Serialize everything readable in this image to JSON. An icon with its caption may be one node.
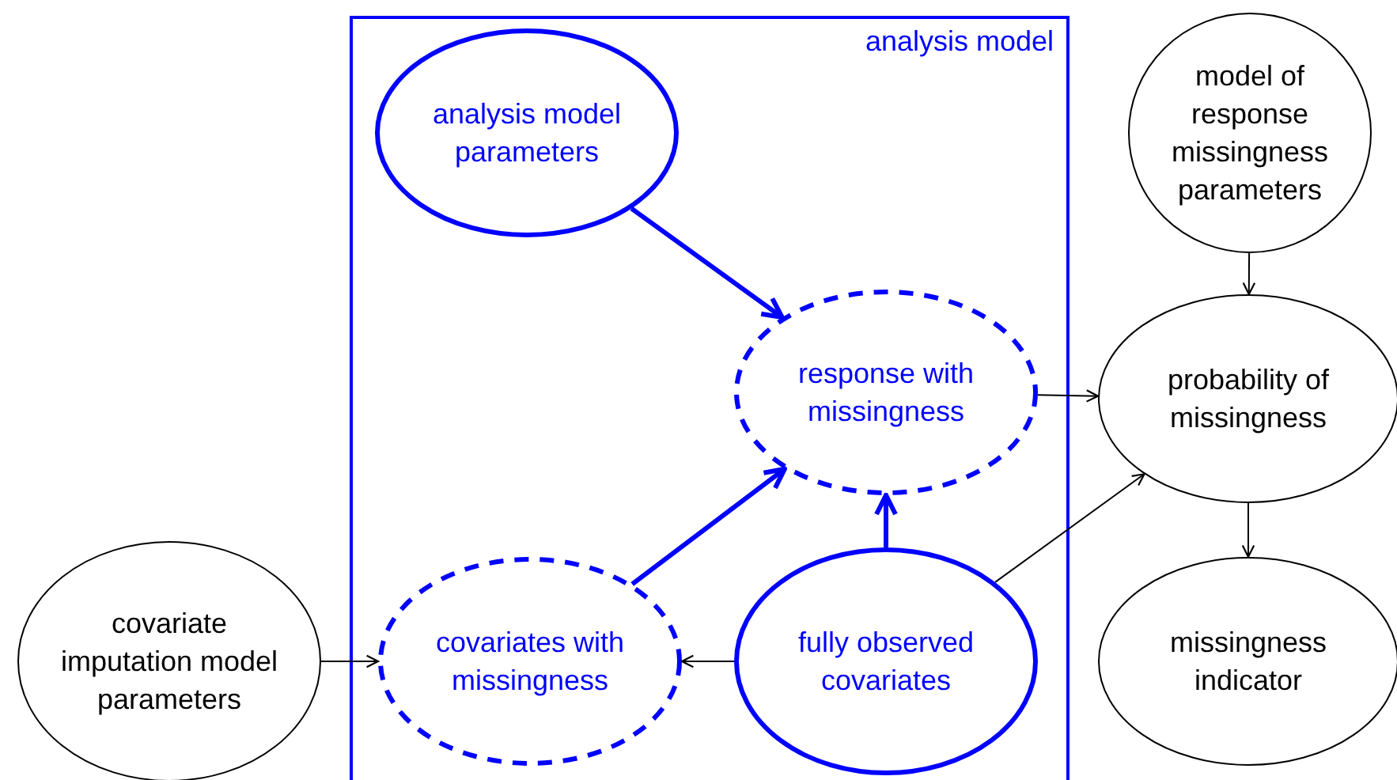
{
  "diagram": {
    "nodes": [
      {
        "text": [
          "analysis model"
        ]
      },
      {
        "text": [
          "analysis model parameters"
        ],
        "in": 0
      },
      {
        "text": [
          "response with missingness"
        ],
        "in": 0
      },
      {
        "text": [
          "model of response missingness parameters"
        ]
      },
      {
        "text": [
          "probability of missingness"
        ]
      },
      {
        "text": [
          "covariate imputation model parameters"
        ]
      },
      {
        "text": [
          "covariates with missingness"
        ],
        "in": 0
      },
      {
        "text": [
          "fully observed covariates"
        ],
        "in": 0
      },
      {
        "text": [
          "missingness indicator"
        ]
      }
    ],
    "edges": [
      {
        "from": 1,
        "to": 2,
        "arrow": "to",
        "style": "thick",
        "color": "#0000ff"
      },
      {
        "from": 6,
        "to": 2,
        "arrow": "to",
        "style": "thick",
        "color": "#0000ff"
      },
      {
        "from": 7,
        "to": 2,
        "arrow": "to",
        "style": "thick",
        "color": "#0000ff"
      },
      {
        "from": 2,
        "to": 4,
        "arrow": "to"
      },
      {
        "from": 3,
        "to": 4,
        "arrow": "to"
      },
      {
        "from": 4,
        "to": 8,
        "arrow": "to"
      },
      {
        "from": 7,
        "to": 4,
        "arrow": "to"
      },
      {
        "from": 5,
        "to": 6,
        "arrow": "to"
      },
      {
        "from": 7,
        "to": 6,
        "arrow": "to"
      }
    ]
  }
}
